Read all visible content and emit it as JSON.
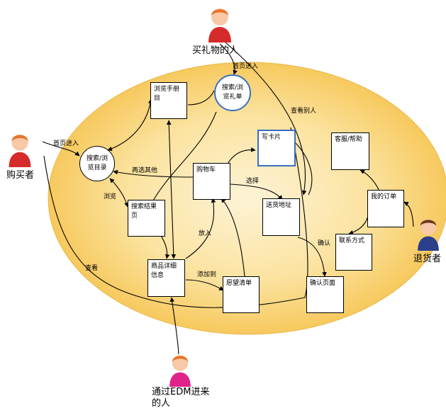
{
  "colors": {
    "ellipse_fill_center": "#fdf3d6",
    "ellipse_fill_edge": "#f7c95e",
    "ellipse_stroke": "#e8b84a",
    "node_border": "#000000",
    "blue_border": "#3b6fbf",
    "line": "#000000"
  },
  "actors": {
    "gift_buyer": {
      "label": "买礼物的人",
      "icon": "person-icon",
      "shirt": "#d62b2b",
      "hair": "#e8742a"
    },
    "buyer": {
      "label": "购买者",
      "icon": "person-icon",
      "shirt": "#d62b2b",
      "hair": "#e8742a"
    },
    "returner": {
      "label": "退货者",
      "icon": "person-icon",
      "shirt": "#2b3f8c",
      "hair": "#6b3a1a"
    },
    "edm": {
      "label": "通过EDM进来的人",
      "icon": "person-icon",
      "shirt": "#e0238a",
      "hair": "#e8742a"
    }
  },
  "nodes": {
    "browse_manual": "浏览手册目",
    "search_gift": "搜索/浏览礼单",
    "search_browse_catalog": "搜索/浏览目录",
    "write_card": "写卡片",
    "help": "客服/帮助",
    "cart": "购物车",
    "search_results": "搜索结果页",
    "shipping_address": "送货地址",
    "my_orders": "我的订单",
    "contact": "联系方式",
    "product_detail": "商品详细信息",
    "wishlist": "愿望清单",
    "confirm_page": "确认页面"
  },
  "edge_labels": {
    "homepage_enter_top": "首页进入",
    "view_others": "查看别人",
    "homepage_enter_left": "首页进入",
    "browse_others": "再选其他",
    "choose": "选择",
    "browse": "浏览",
    "view": "查看",
    "put_in": "放入",
    "confirm": "确认",
    "add_to": "添加到"
  }
}
